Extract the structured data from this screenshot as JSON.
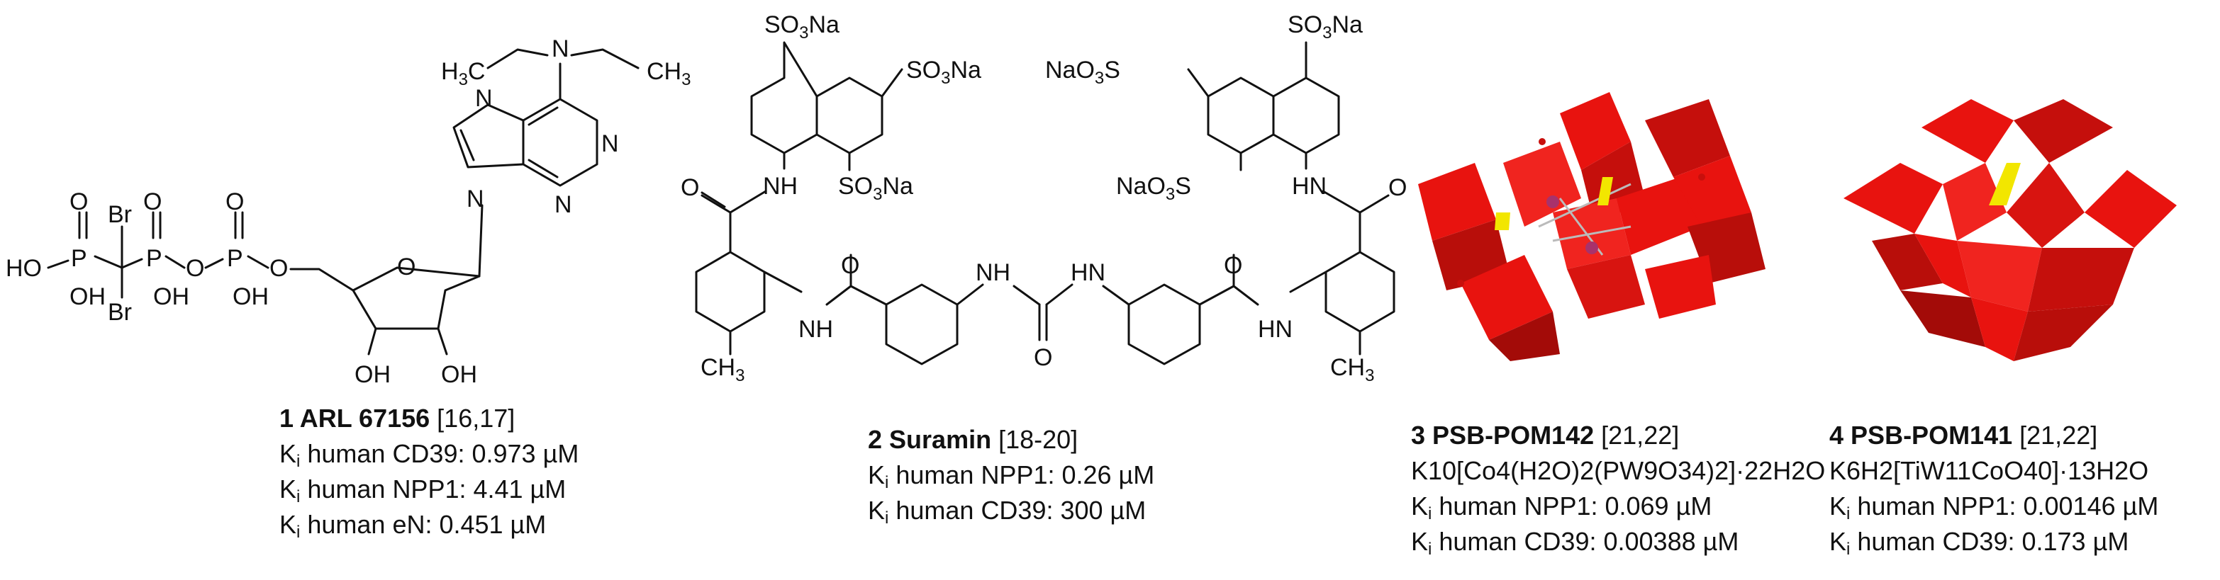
{
  "compounds": [
    {
      "number": "1",
      "name": "ARL 67156",
      "ref": "[16,17]",
      "lines": [
        {
          "prefix": "K",
          "sub": "i",
          "text": " human CD39: 0.973 µM"
        },
        {
          "prefix": "K",
          "sub": "i",
          "text": " human NPP1: 4.41 µM"
        },
        {
          "prefix": "K",
          "sub": "i",
          "text": " human eN: 0.451 µM"
        }
      ],
      "atoms": [
        "H3C",
        "N",
        "CH3",
        "N",
        "N",
        "N",
        "N",
        "O",
        "O",
        "O",
        "O",
        "Br",
        "Br",
        "HO",
        "OH",
        "OH",
        "OH",
        "P",
        "P",
        "P",
        "O",
        "O",
        "O",
        "OH",
        "OH"
      ]
    },
    {
      "number": "2",
      "name": "Suramin",
      "ref": "[18-20]",
      "lines": [
        {
          "prefix": "K",
          "sub": "i",
          "text": " human NPP1: 0.26 µM"
        },
        {
          "prefix": "K",
          "sub": "i",
          "text": " human CD39: 300 µM"
        }
      ],
      "atoms": [
        "SO3Na",
        "SO3Na",
        "SO3Na",
        "NaO3S",
        "SO3Na",
        "NaO3S",
        "NH",
        "HN",
        "NH",
        "HN",
        "NH",
        "HN",
        "O",
        "O",
        "O",
        "O",
        "O",
        "CH3",
        "CH3"
      ]
    },
    {
      "number": "3",
      "name": "PSB-POM142",
      "ref": "[21,22]",
      "formula": "K10[Co4(H2O)2(PW9O34)2]·22H2O",
      "lines": [
        {
          "prefix": "K",
          "sub": "i",
          "text": " human NPP1: 0.069 µM"
        },
        {
          "prefix": "K",
          "sub": "i",
          "text": " human CD39: 0.00388 µM"
        }
      ]
    },
    {
      "number": "4",
      "name": "PSB-POM141",
      "ref": "[21,22]",
      "formula": "K6H2[TiW11CoO40]·13H2O",
      "lines": [
        {
          "prefix": "K",
          "sub": "i",
          "text": " human NPP1: 0.00146 µM"
        },
        {
          "prefix": "K",
          "sub": "i",
          "text": " human CD39: 0.173 µM"
        }
      ]
    }
  ],
  "colors": {
    "polyhedra": "#e8130f",
    "polyhedra_dark": "#a30b08",
    "yellow_center": "#f2e600",
    "cobalt": "#a8326b"
  }
}
